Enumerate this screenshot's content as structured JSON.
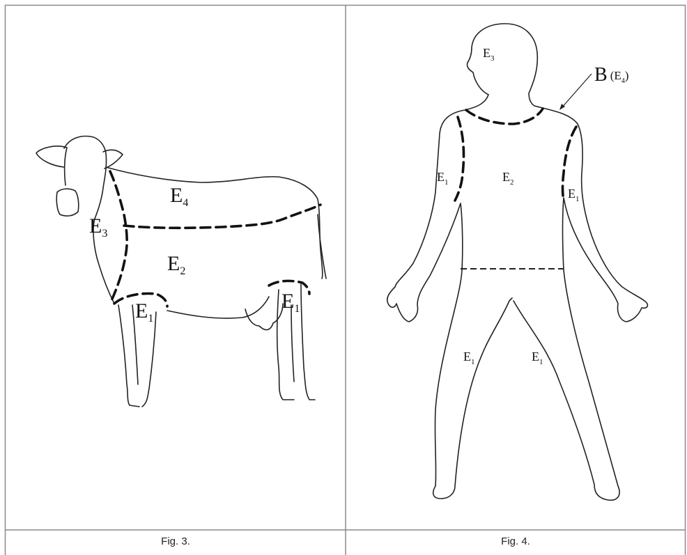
{
  "figures": [
    {
      "id": "fig3",
      "caption": "Fig. 3.",
      "subject": "cow",
      "labels": {
        "e4": {
          "base": "E",
          "sub": "4"
        },
        "e3": {
          "base": "E",
          "sub": "3"
        },
        "e2": {
          "base": "E",
          "sub": "2"
        },
        "e1_front": {
          "base": "E",
          "sub": "1"
        },
        "e1_rear": {
          "base": "E",
          "sub": "1"
        }
      }
    },
    {
      "id": "fig4",
      "caption": "Fig. 4.",
      "subject": "human",
      "labels": {
        "e3": {
          "base": "E",
          "sub": "3"
        },
        "b_base": "B",
        "b_paren_open": "(E",
        "b_sub": "4",
        "b_paren_close": ")",
        "e2": {
          "base": "E",
          "sub": "2"
        },
        "e1_left_arm": {
          "base": "E",
          "sub": "1"
        },
        "e1_right_arm": {
          "base": "E",
          "sub": "1"
        },
        "e1_left_leg": {
          "base": "E",
          "sub": "1"
        },
        "e1_right_leg": {
          "base": "E",
          "sub": "1"
        }
      }
    }
  ],
  "colors": {
    "border": "#7a7a7a",
    "ink": "#111111",
    "background": "#ffffff"
  }
}
